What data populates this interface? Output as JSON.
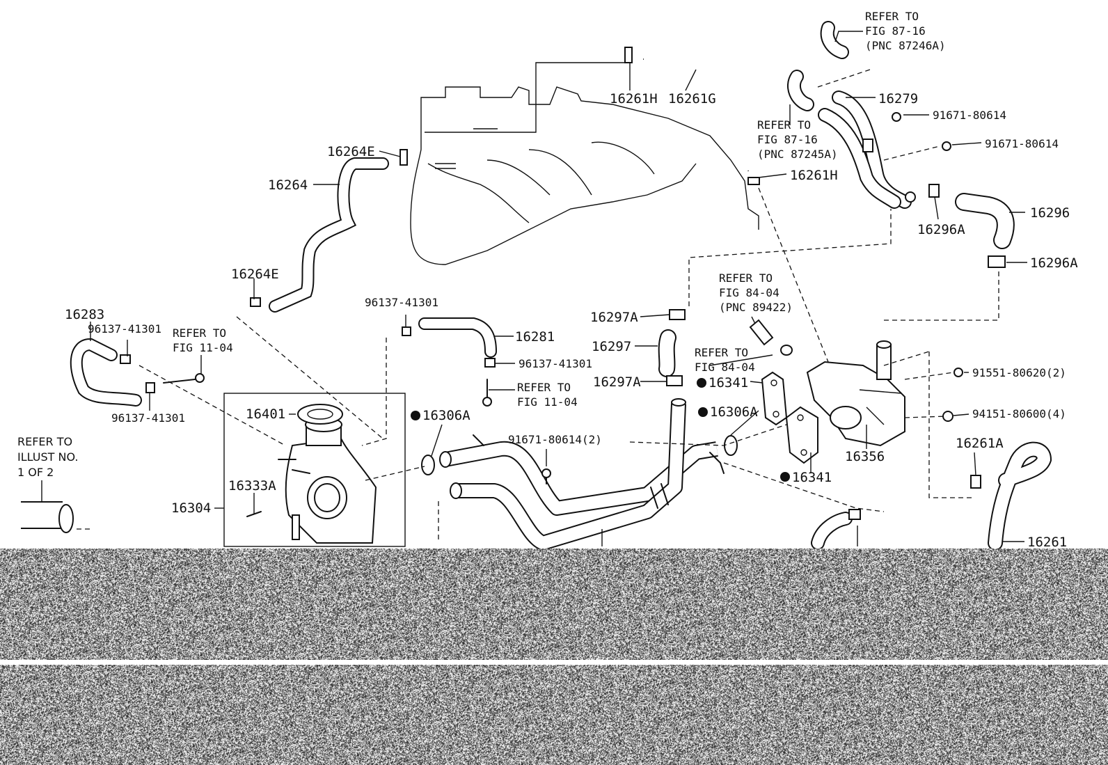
{
  "labels": {
    "p16261H_top": "16261H",
    "p16261G": "16261G",
    "p16264E_top": "16264E",
    "p16264": "16264",
    "p16264E_mid": "16264E",
    "p16283": "16283",
    "c96137_left1": "96137-41301",
    "refer_fig11_04_left": [
      "REFER TO",
      "FIG 11-04"
    ],
    "c96137_left2": "96137-41301",
    "c96137_mid": "96137-41301",
    "p16281": "16281",
    "c96137_right": "96137-41301",
    "refer_fig11_04_mid": [
      "REFER TO",
      "FIG 11-04"
    ],
    "p16401": "16401",
    "p16306A_left": "16306A",
    "b91671_80614_2": "91671-80614(2)",
    "p16333A": "16333A",
    "p16304": "16304",
    "refer_illust": [
      "REFER TO",
      "ILLUST NO.",
      "1 OF 2"
    ],
    "refer_fig87_16_top": [
      "REFER TO",
      "FIG 87-16",
      "(PNC 87246A)"
    ],
    "p16279": "16279",
    "b91671_80614_a": "91671-80614",
    "refer_fig87_16_mid": [
      "REFER TO",
      "FIG 87-16",
      "(PNC 87245A)"
    ],
    "b91671_80614_b": "91671-80614",
    "p16261H_mid": "16261H",
    "p16296": "16296",
    "p16296A_mid": "16296A",
    "p16296A_right": "16296A",
    "refer_fig84_04_pnc": [
      "REFER TO",
      "FIG 84-04",
      "(PNC 89422)"
    ],
    "p16297A_top": "16297A",
    "p16297": "16297",
    "refer_fig84_04": [
      "REFER TO",
      "FIG 84-04"
    ],
    "p16297A_bot": "16297A",
    "p16341_top": "16341",
    "p16306A_right": "16306A",
    "b91551": "91551-80620(2)",
    "b94151": "94151-80600(4)",
    "p16356": "16356",
    "p16341_bot": "16341",
    "p16261A": "16261A",
    "p16261": "16261"
  }
}
